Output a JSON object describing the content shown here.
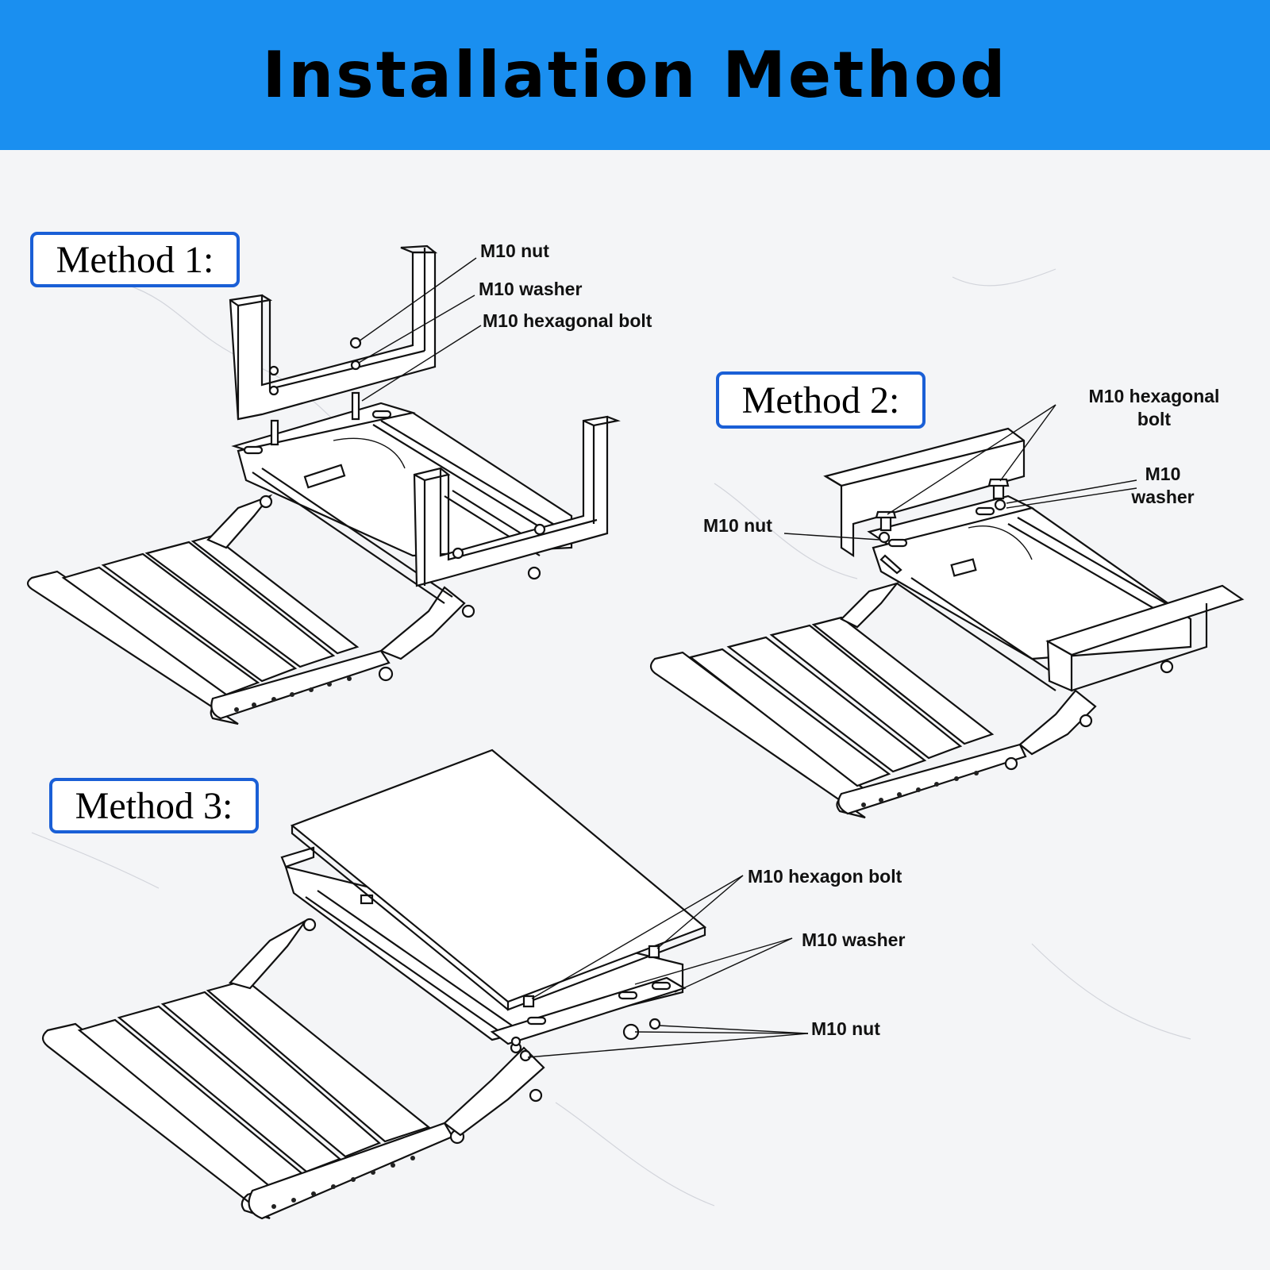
{
  "title": "Installation Method",
  "colors": {
    "header_bg": "#1a8ff0",
    "box_border": "#1a5fd6"
  },
  "methods": [
    {
      "label": "Method 1:",
      "parts": [
        "M10 nut",
        "M10 washer",
        "M10 hexagonal bolt"
      ]
    },
    {
      "label": "Method 2:",
      "parts": [
        "M10 hexagonal",
        "bolt",
        "M10",
        "washer",
        "M10 nut"
      ]
    },
    {
      "label": "Method 3:",
      "parts": [
        "M10 hexagon bolt",
        "M10 washer",
        "M10 nut"
      ]
    }
  ]
}
